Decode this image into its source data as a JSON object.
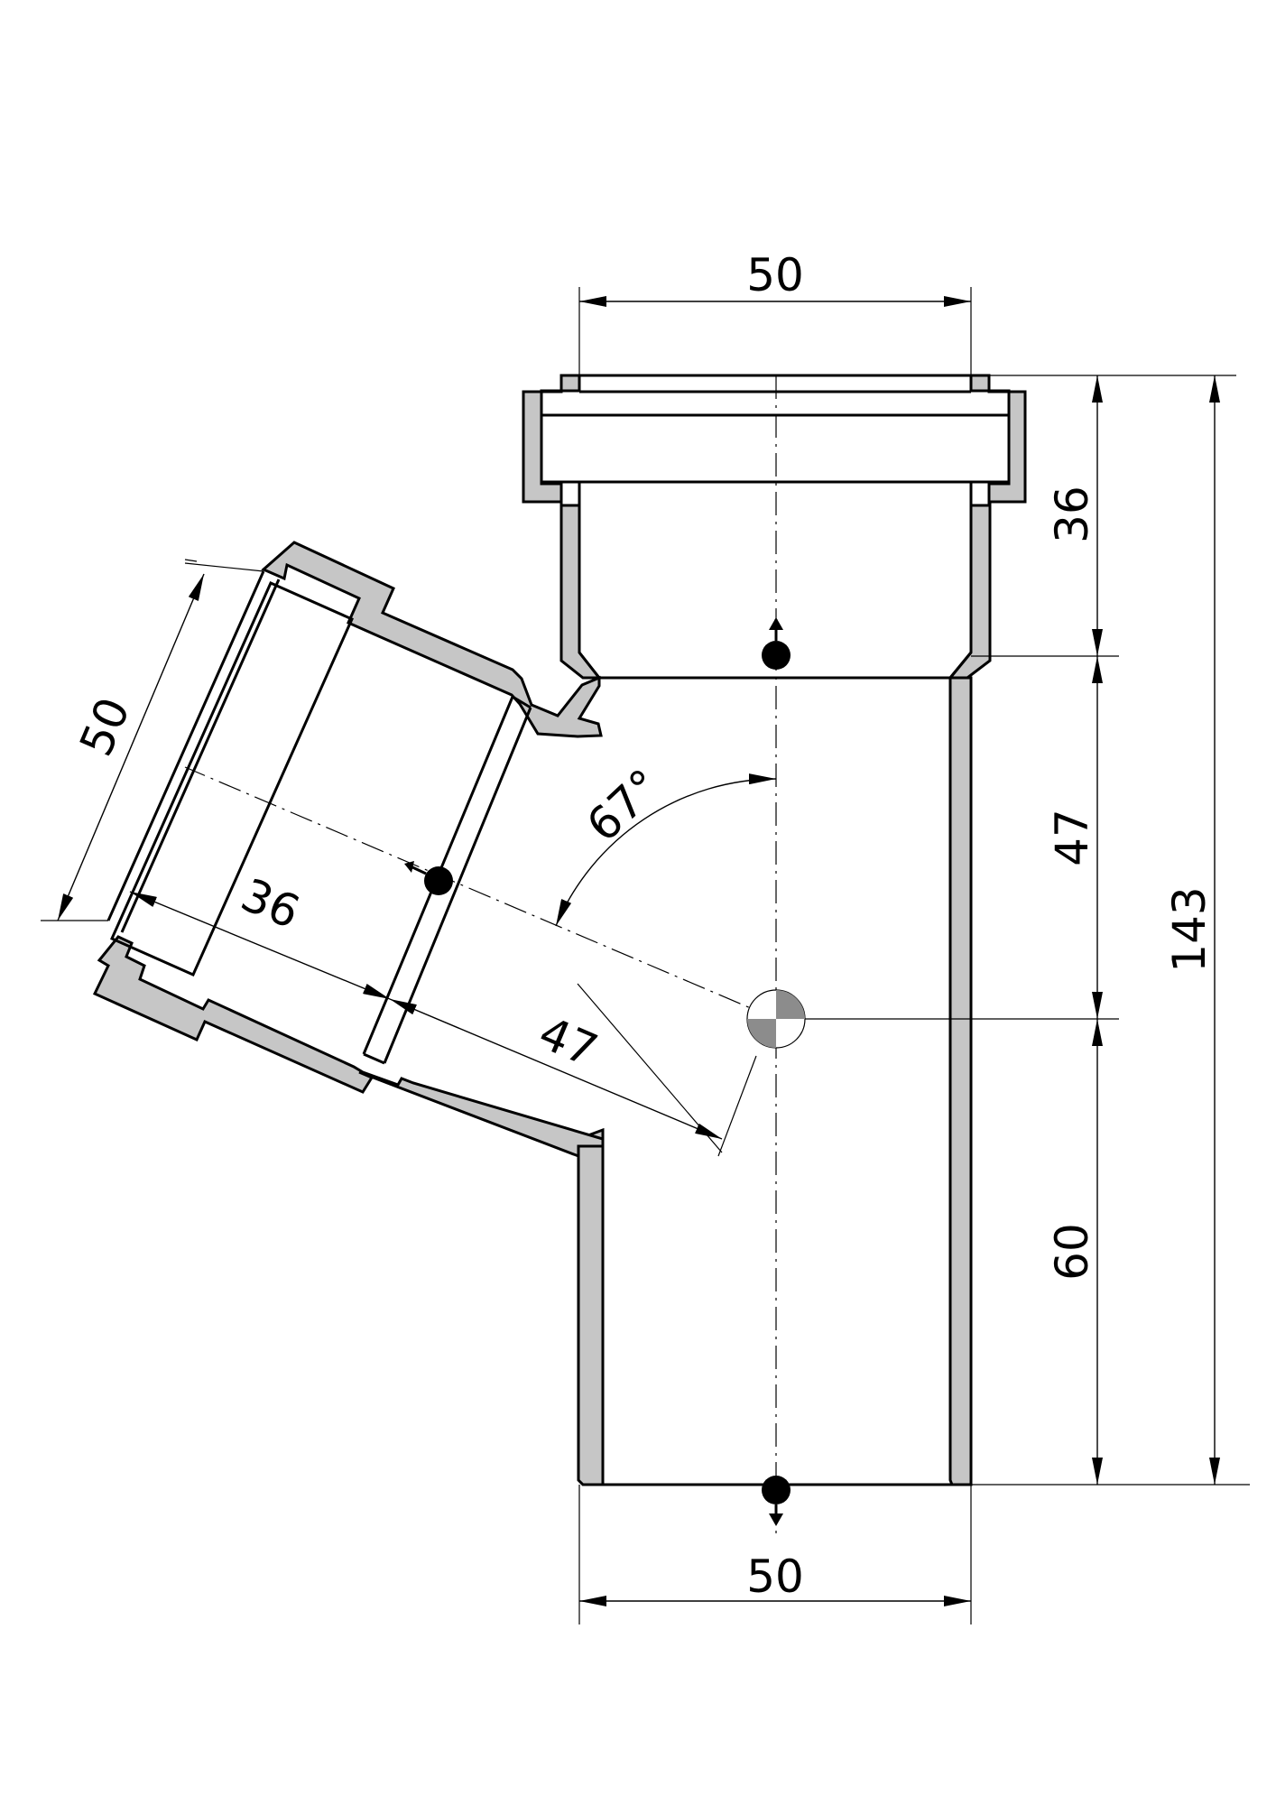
{
  "drawing": {
    "part": "pipe-branch-fitting",
    "colors": {
      "wall_fill": "#c6c6c6",
      "line": "#000000",
      "background": "#ffffff"
    },
    "dimensions": {
      "top_socket_diameter": "50",
      "bottom_spigot_diameter": "50",
      "top_socket_depth": "36",
      "top_to_center": "47",
      "center_to_bottom": "60",
      "overall_length": "143",
      "branch_diameter": "50",
      "branch_socket_depth": "36",
      "branch_to_center": "47",
      "branch_angle": "67°"
    },
    "icons": [
      "arrow-up-marker-icon",
      "arrow-down-marker-icon",
      "arrow-branch-marker-icon",
      "center-point-symbol-icon"
    ]
  }
}
